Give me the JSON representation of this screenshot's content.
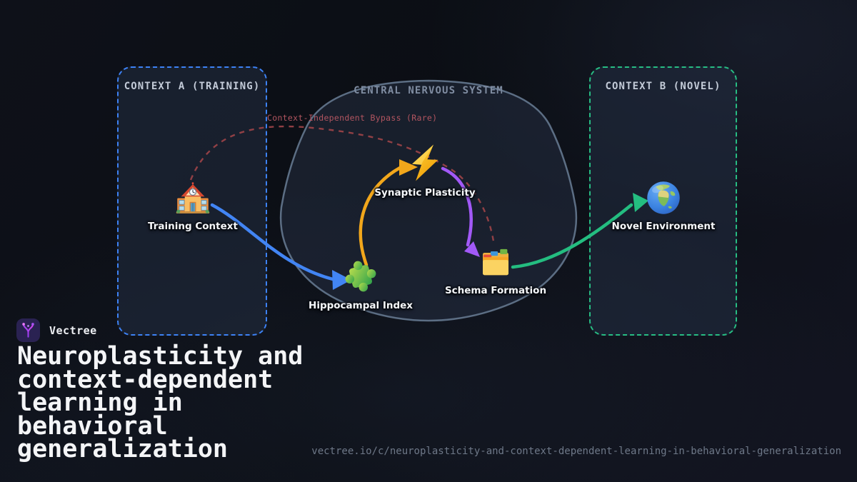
{
  "brand": {
    "name": "Vectree",
    "logo_icon": "vectree-branch-icon"
  },
  "title": {
    "text": "Neuroplasticity and\ncontext-dependent\nlearning in\nbehavioral\ngeneralization"
  },
  "footer": {
    "url": "vectree.io/c/neuroplasticity-and-context-dependent-learning-in-behavioral-generalization"
  },
  "diagram": {
    "containers": [
      {
        "id": "context-a",
        "label": "CONTEXT A (TRAINING)",
        "border_color": "#3d82f6",
        "border_style": "dashed"
      },
      {
        "id": "cns",
        "label": "CENTRAL NERVOUS SYSTEM",
        "border_color": "#5c6e84",
        "border_style": "solid-blob"
      },
      {
        "id": "context-b",
        "label": "CONTEXT B (NOVEL)",
        "border_color": "#27bd83",
        "border_style": "dashed"
      }
    ],
    "nodes": [
      {
        "id": "training-context",
        "label": "Training Context",
        "icon": "school-icon"
      },
      {
        "id": "hippocampal-index",
        "label": "Hippocampal Index",
        "icon": "puzzle-piece-icon"
      },
      {
        "id": "synaptic-plasticity",
        "label": "Synaptic Plasticity",
        "icon": "lightning-bolt-icon"
      },
      {
        "id": "schema-formation",
        "label": "Schema Formation",
        "icon": "card-index-folder-icon"
      },
      {
        "id": "novel-environment",
        "label": "Novel Environment",
        "icon": "globe-icon"
      }
    ],
    "edges": [
      {
        "from": "training-context",
        "to": "hippocampal-index",
        "color": "#4285f4",
        "style": "solid"
      },
      {
        "from": "hippocampal-index",
        "to": "synaptic-plasticity",
        "color": "#f2a71b",
        "style": "solid"
      },
      {
        "from": "synaptic-plasticity",
        "to": "schema-formation",
        "color": "#a259f7",
        "style": "solid"
      },
      {
        "from": "schema-formation",
        "to": "novel-environment",
        "color": "#24bd80",
        "style": "solid"
      },
      {
        "from": "training-context",
        "to": "schema-formation",
        "color": "#9c4348",
        "style": "dashed",
        "label": "Context-Independent Bypass (Rare)"
      }
    ]
  }
}
